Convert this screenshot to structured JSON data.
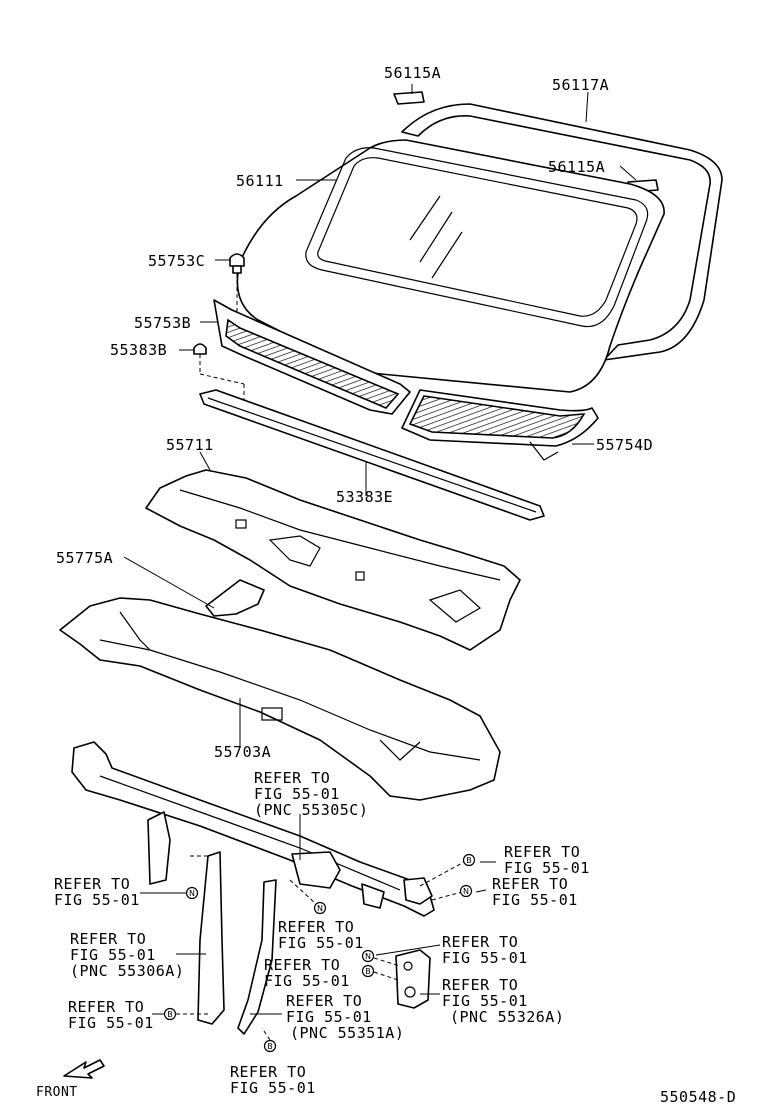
{
  "diagram_id": "550548-D",
  "front_label": "FRONT",
  "part_labels": {
    "p56115A_top": "56115A",
    "p56117A": "56117A",
    "p56115A_right": "56115A",
    "p56111": "56111",
    "p55753C": "55753C",
    "p55753B": "55753B",
    "p55383B": "55383B",
    "p55754D": "55754D",
    "p55711": "55711",
    "p53383E": "53383E",
    "p55775A": "55775A",
    "p55703A": "55703A"
  },
  "refs": {
    "r1": {
      "l1": "REFER TO",
      "l2": "FIG 55-01",
      "l3": "(PNC 55305C)"
    },
    "r2": {
      "l1": "REFER TO",
      "l2": "FIG 55-01"
    },
    "r3": {
      "l1": "REFER TO",
      "l2": "FIG 55-01"
    },
    "r4": {
      "l1": "REFER TO",
      "l2": "FIG 55-01"
    },
    "r5": {
      "l1": "REFER TO",
      "l2": "FIG 55-01",
      "l3": "(PNC 55306A)"
    },
    "r6": {
      "l1": "REFER TO",
      "l2": "FIG 55-01"
    },
    "r7": {
      "l1": "REFER TO",
      "l2": "FIG 55-01"
    },
    "r8": {
      "l1": "REFER TO",
      "l2": "FIG 55-01"
    },
    "r9": {
      "l1": "REFER TO",
      "l2": "FIG 55-01"
    },
    "r10": {
      "l1": "REFER TO",
      "l2": "FIG 55-01",
      "l3": "(PNC 55326A)"
    },
    "r11": {
      "l1": "REFER TO",
      "l2": "FIG 55-01",
      "l3": "(PNC 55351A)"
    },
    "r12": {
      "l1": "REFER TO",
      "l2": "FIG 55-01"
    }
  },
  "symbols": {
    "n": "N",
    "b": "B"
  }
}
